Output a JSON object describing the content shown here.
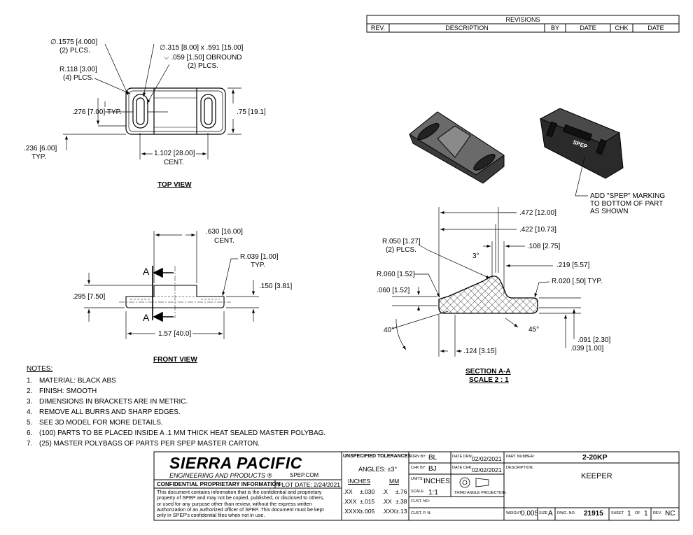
{
  "revisions": {
    "title": "REVISIONS",
    "columns": [
      "REV.",
      "DESCRIPTION",
      "BY",
      "DATE",
      "CHK",
      "DATE"
    ]
  },
  "top_view": {
    "title": "TOP VIEW",
    "dims": {
      "hole_dia": ".1575",
      "hole_dia_mm": "4.000",
      "hole_plcs": "(2) PLCS.",
      "radius": "R.118",
      "radius_mm": "3.00",
      "radius_plcs": "(4) PLCS.",
      "obround": ".315",
      "obround_mm": "8.00",
      "obround_x": "x .591 [15.00]",
      "depth": ".059 [1.50] OBROUND",
      "depth_plcs": "(2) PLCS.",
      "width": ".276",
      "width_mm": "7.00",
      "width_typ": "TYP.",
      "height": ".75",
      "height_mm": "19.1",
      "edge": ".236",
      "edge_mm": "6.00",
      "edge_typ": "TYP.",
      "center": "1.102",
      "center_mm": "28.00",
      "center_cent": "CENT."
    }
  },
  "front_view": {
    "title": "FRONT VIEW",
    "section_letter": "A",
    "dims": {
      "center": ".630",
      "center_mm": "16.00",
      "center_cent": "CENT.",
      "radius": "R.039",
      "radius_mm": "1.00",
      "radius_typ": "TYP.",
      "height": ".295",
      "height_mm": "7.50",
      "thick": ".150",
      "thick_mm": "3.81",
      "length": "1.57",
      "length_mm": "40.0"
    }
  },
  "section": {
    "title": "SECTION A-A",
    "scale": "SCALE 2 : 1",
    "dims": {
      "d1": ".472",
      "d1_mm": "12.00",
      "d2": ".422",
      "d2_mm": "10.73",
      "r1": "R.050",
      "r1_mm": "1.27",
      "r1_plcs": "(2) PLCS.",
      "d3": ".108",
      "d3_mm": "2.75",
      "ang1": "3°",
      "d4": ".219",
      "d4_mm": "5.57",
      "r2": "R.060",
      "r2_mm": "1.52",
      "r3": "R.020",
      "r3_mm": ".50",
      "r3_typ": "TYP.",
      "d5": ".060",
      "d5_mm": "1.52",
      "ang2": "40°",
      "ang3": "45°",
      "d6": ".091",
      "d6_mm": "2.30",
      "d7": ".039",
      "d7_mm": "1.00",
      "d8": ".124",
      "d8_mm": "3.15"
    }
  },
  "marking_note": [
    "ADD \"SPEP\" MARKING",
    "TO BOTTOM OF PART",
    "AS SHOWN"
  ],
  "marking_text": "SPEP",
  "notes": {
    "title": "NOTES:",
    "items": [
      {
        "n": "1.",
        "text": "MATERIAL: BLACK ABS"
      },
      {
        "n": "2.",
        "text": "FINISH: SMOOTH"
      },
      {
        "n": "3.",
        "text": "DIMENSIONS IN BRACKETS ARE IN METRIC."
      },
      {
        "n": "4.",
        "text": "REMOVE ALL BURRS AND SHARP EDGES."
      },
      {
        "n": "5.",
        "text": "SEE 3D MODEL FOR MORE DETAILS."
      },
      {
        "n": "6.",
        "text": "(100) PARTS TO BE PLACED INSIDE A .1 MM THICK HEAT SEALED MASTER POLYBAG."
      },
      {
        "n": "7.",
        "text": "(25) MASTER POLYBAGS OF PARTS PER SPEP MASTER CARTON."
      }
    ]
  },
  "title_block": {
    "company": "SIERRA PACIFIC",
    "company_sub": "ENGINEERING AND PRODUCTS",
    "registered": "®",
    "website": "SPEP.COM",
    "confidential": "CONFIDENTIAL PROPRIETARY INFORMATION",
    "plot_date": "PLOT DATE: 2/24/2021",
    "disclaimer": [
      "This document contains information that is the confidential and proprietary",
      "property of SPEP and may not be copied, published, or disclosed to others,",
      "or used for any purpose  other than review, without the express written",
      "authorization of an authorized officer of SPEP. This document must be kept",
      "only in SPEP's confidential files when not in use."
    ],
    "tolerances_title": "UNSPECIFIED TOLERANCES",
    "angles": "ANGLES: ±3°",
    "inches_head": "INCHES",
    "mm_head": "MM",
    "tol_rows": [
      {
        "in_fmt": ".XX",
        "in_val": "±.030",
        "mm_fmt": ".X",
        "mm_val": "±.76"
      },
      {
        "in_fmt": ".XXX",
        "in_val": "±.015",
        "mm_fmt": ".XX",
        "mm_val": "±.38"
      },
      {
        "in_fmt": ".XXXX",
        "in_val": "±.005",
        "mm_fmt": ".XXX",
        "mm_val": "±.13"
      }
    ],
    "drn_by_label": "DRN BY:",
    "drn_by": "BL",
    "date_drn_label": "DATE DRN:",
    "date_drn": "02/02/2021",
    "chk_by_label": "CHK BY:",
    "chk_by": "BJ",
    "date_chk_label": "DATE CHK:",
    "date_chk": "02/02/2021",
    "units_label": "UNITS:",
    "units": "INCHES",
    "scale_label": "SCALE:",
    "scale": "1:1",
    "projection": "THIRD ANGLE PROJECTION",
    "cust_no_label": "CUST. NO:",
    "cust_pn_label": "CUST. P. N:",
    "part_number_label": "PART NUMBER:",
    "part_number": "2-20KP",
    "description_label": "DESCRIPTION:",
    "description": "KEEPER",
    "weight_label": "WEIGHT",
    "weight": "0.005",
    "size_label": "SIZE",
    "size": "A",
    "dwg_no_label": "DWG. NO.",
    "dwg_no": "21915",
    "sheet_label": "SHEET",
    "sheet": "1",
    "of_label": "OF",
    "sheet_total": "1",
    "rev_label": "REV.",
    "rev": "NC"
  }
}
